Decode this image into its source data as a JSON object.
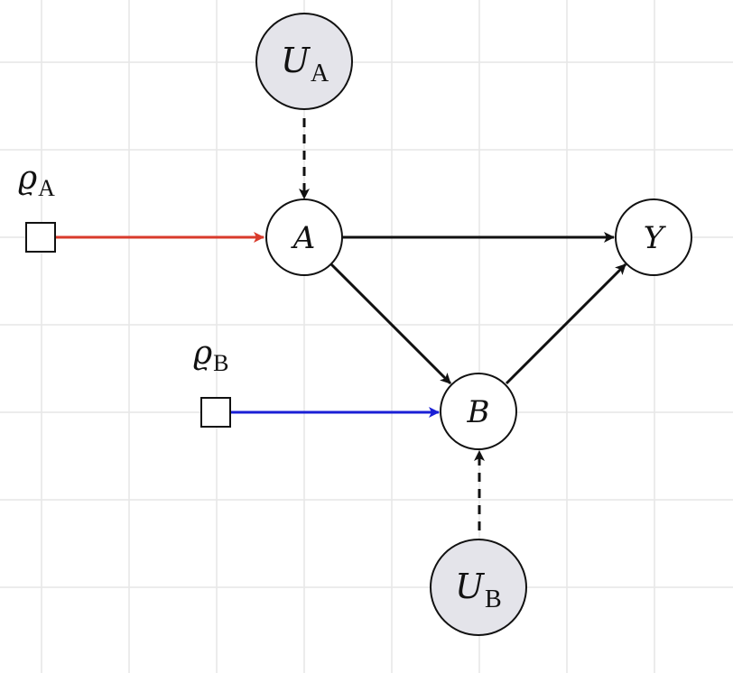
{
  "colors": {
    "grid": "#e6e6e6",
    "latent_fill": "#e4e4ea",
    "observed_fill": "#ffffff",
    "stroke": "#111111",
    "rho_a_arrow": "#d93a2b",
    "rho_b_arrow": "#1a1fd6"
  },
  "nodes": {
    "u_a": {
      "main": "U",
      "sub": "A",
      "kind": "latent"
    },
    "a": {
      "main": "A",
      "kind": "observed"
    },
    "y": {
      "main": "Y",
      "kind": "observed"
    },
    "b": {
      "main": "B",
      "kind": "observed"
    },
    "u_b": {
      "main": "U",
      "sub": "B",
      "kind": "latent"
    }
  },
  "policies": {
    "rho_a": {
      "main": "ϱ",
      "sub": "A",
      "target": "A"
    },
    "rho_b": {
      "main": "ϱ",
      "sub": "B",
      "target": "B"
    }
  },
  "edges": [
    {
      "from": "U_A",
      "to": "A",
      "style": "dashed"
    },
    {
      "from": "A",
      "to": "Y",
      "style": "solid"
    },
    {
      "from": "A",
      "to": "B",
      "style": "solid"
    },
    {
      "from": "B",
      "to": "Y",
      "style": "solid"
    },
    {
      "from": "U_B",
      "to": "B",
      "style": "dashed"
    },
    {
      "from": "ϱ_A",
      "to": "A",
      "style": "solid",
      "color": "red"
    },
    {
      "from": "ϱ_B",
      "to": "B",
      "style": "solid",
      "color": "blue"
    }
  ]
}
